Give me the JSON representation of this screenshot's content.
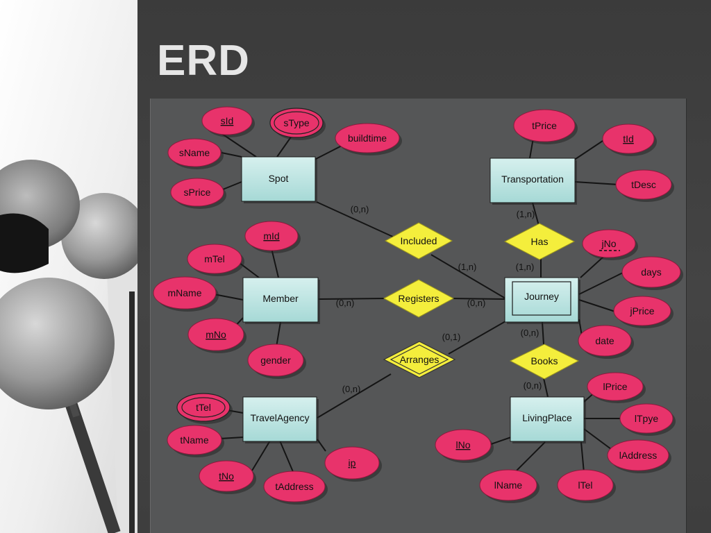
{
  "slide": {
    "title": "ERD"
  },
  "entities": [
    {
      "id": "spot",
      "label": "Spot"
    },
    {
      "id": "transportation",
      "label": "Transportation"
    },
    {
      "id": "member",
      "label": "Member"
    },
    {
      "id": "journey",
      "label": "Journey",
      "weak": true
    },
    {
      "id": "travelagency",
      "label": "TravelAgency"
    },
    {
      "id": "livingplace",
      "label": "LivingPlace"
    }
  ],
  "relationships": [
    {
      "id": "included",
      "label": "Included"
    },
    {
      "id": "has",
      "label": "Has"
    },
    {
      "id": "registers",
      "label": "Registers"
    },
    {
      "id": "arranges",
      "label": "Arranges",
      "identifying": true
    },
    {
      "id": "books",
      "label": "Books"
    }
  ],
  "attributes": [
    {
      "id": "sId",
      "label": "sId",
      "key": true
    },
    {
      "id": "sType",
      "label": "sType",
      "multivalued": true
    },
    {
      "id": "buildtime",
      "label": "buildtime"
    },
    {
      "id": "sName",
      "label": "sName"
    },
    {
      "id": "sPrice",
      "label": "sPrice"
    },
    {
      "id": "tPrice",
      "label": "tPrice"
    },
    {
      "id": "tId",
      "label": "tId",
      "key": true
    },
    {
      "id": "tDesc",
      "label": "tDesc"
    },
    {
      "id": "mId",
      "label": "mId",
      "key": true
    },
    {
      "id": "mTel",
      "label": "mTel"
    },
    {
      "id": "mName",
      "label": "mName"
    },
    {
      "id": "mNo",
      "label": "mNo",
      "key": true
    },
    {
      "id": "gender",
      "label": "gender"
    },
    {
      "id": "jNo",
      "label": "jNo",
      "partialKey": true
    },
    {
      "id": "days",
      "label": "days"
    },
    {
      "id": "jPrice",
      "label": "jPrice"
    },
    {
      "id": "date",
      "label": "date"
    },
    {
      "id": "tTel",
      "label": "tTel",
      "multivalued": true
    },
    {
      "id": "tName",
      "label": "tName"
    },
    {
      "id": "tNo",
      "label": "tNo",
      "key": true
    },
    {
      "id": "tAddress",
      "label": "tAddress"
    },
    {
      "id": "ip",
      "label": "ip",
      "key": true
    },
    {
      "id": "lPrice",
      "label": "lPrice"
    },
    {
      "id": "lTpye",
      "label": "lTpye"
    },
    {
      "id": "lAddress",
      "label": "lAddress"
    },
    {
      "id": "lTel",
      "label": "lTel"
    },
    {
      "id": "lName",
      "label": "lName"
    },
    {
      "id": "lNo",
      "label": "lNo",
      "key": true
    }
  ],
  "cardinalities": [
    {
      "id": "c-spot-included",
      "label": "(0,n)"
    },
    {
      "id": "c-trans-has",
      "label": "(1,n)"
    },
    {
      "id": "c-included-journey",
      "label": "(1,n)"
    },
    {
      "id": "c-has-journey",
      "label": "(1,n)"
    },
    {
      "id": "c-member-registers",
      "label": "(0,n)"
    },
    {
      "id": "c-registers-journey",
      "label": "(0,n)"
    },
    {
      "id": "c-arranges-journey",
      "label": "(0,1)"
    },
    {
      "id": "c-journey-books",
      "label": "(0,n)"
    },
    {
      "id": "c-agency-arranges",
      "label": "(0,n)"
    },
    {
      "id": "c-books-living",
      "label": "(0,n)"
    }
  ],
  "style": {
    "attribute_fill": "#e8336b",
    "entity_fill": "#bfe6e4",
    "relationship_fill": "#f4ee3c",
    "line_color": "#141414"
  }
}
